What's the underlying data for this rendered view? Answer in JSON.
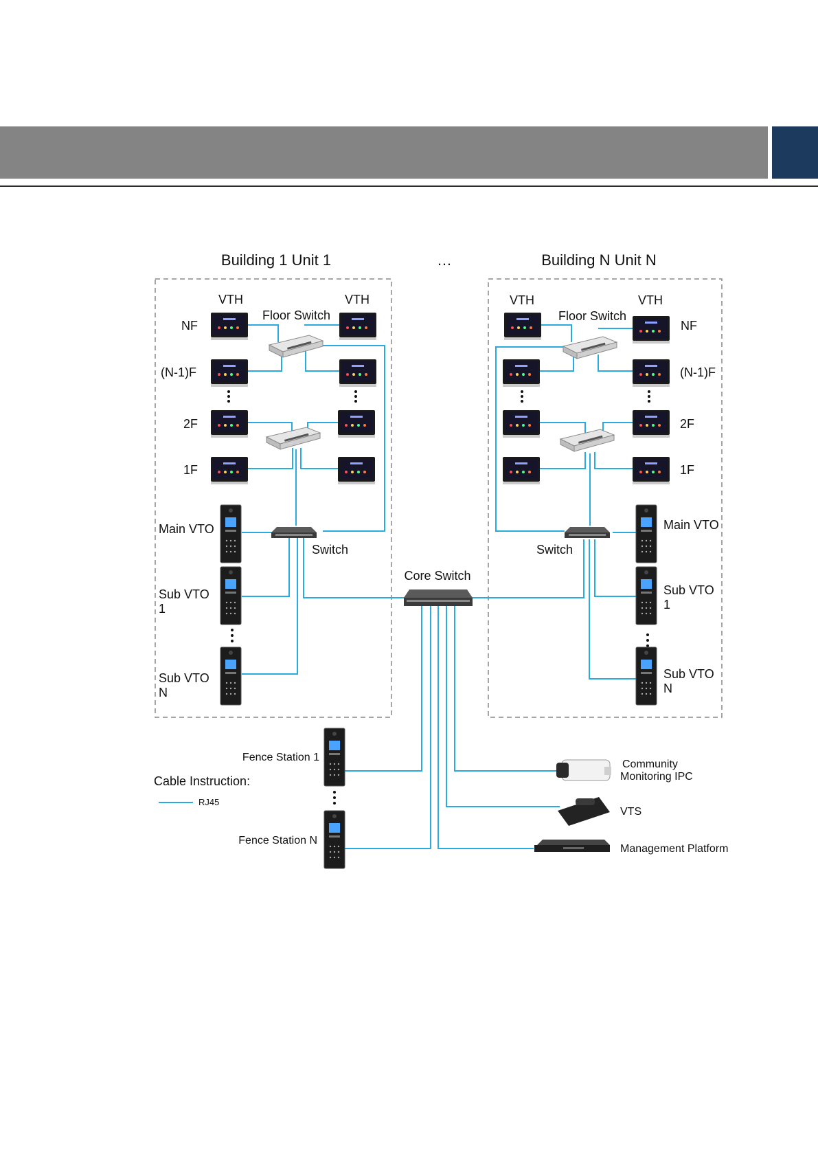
{
  "header": {
    "bar_color": "#848484",
    "accent_color": "#1c3a5e"
  },
  "colors": {
    "cable": "#29abe2",
    "dashed_box": "#888888"
  },
  "icons": {
    "vth": "indoor-monitor-icon",
    "vto": "door-station-icon",
    "floor_switch": "floor-switch-icon",
    "switch": "network-switch-icon",
    "core_switch": "core-switch-icon",
    "ipc": "bullet-camera-icon",
    "vts": "desk-station-icon",
    "platform": "rack-server-icon"
  },
  "diagram": {
    "ellipsis_top": "…",
    "building1": {
      "title": "Building 1 Unit 1",
      "vth_left": "VTH",
      "vth_right": "VTH",
      "floor_switch": "Floor Switch",
      "floors": {
        "nf": "NF",
        "n1f": "(N-1)F",
        "f2": "2F",
        "f1": "1F"
      },
      "switch": "Switch",
      "main_vto": "Main VTO",
      "sub_vto1_a": "Sub VTO",
      "sub_vto1_b": "1",
      "sub_vton_a": "Sub VTO",
      "sub_vton_b": "N"
    },
    "buildingN": {
      "title": "Building N Unit N",
      "vth_left": "VTH",
      "vth_right": "VTH",
      "floor_switch": "Floor Switch",
      "floors": {
        "nf": "NF",
        "n1f": "(N-1)F",
        "f2": "2F",
        "f1": "1F"
      },
      "switch": "Switch",
      "main_vto": "Main VTO",
      "sub_vto1_a": "Sub VTO",
      "sub_vto1_b": "1",
      "sub_vton_a": "Sub VTO",
      "sub_vton_b": "N"
    },
    "core_switch": "Core Switch",
    "fence1": "Fence Station 1",
    "fenceN": "Fence Station N",
    "cable_instruction": "Cable Instruction:",
    "cable_rj45": "RJ45",
    "ipc_a": "Community",
    "ipc_b": "Monitoring IPC",
    "vts": "VTS",
    "platform": "Management Platform"
  }
}
